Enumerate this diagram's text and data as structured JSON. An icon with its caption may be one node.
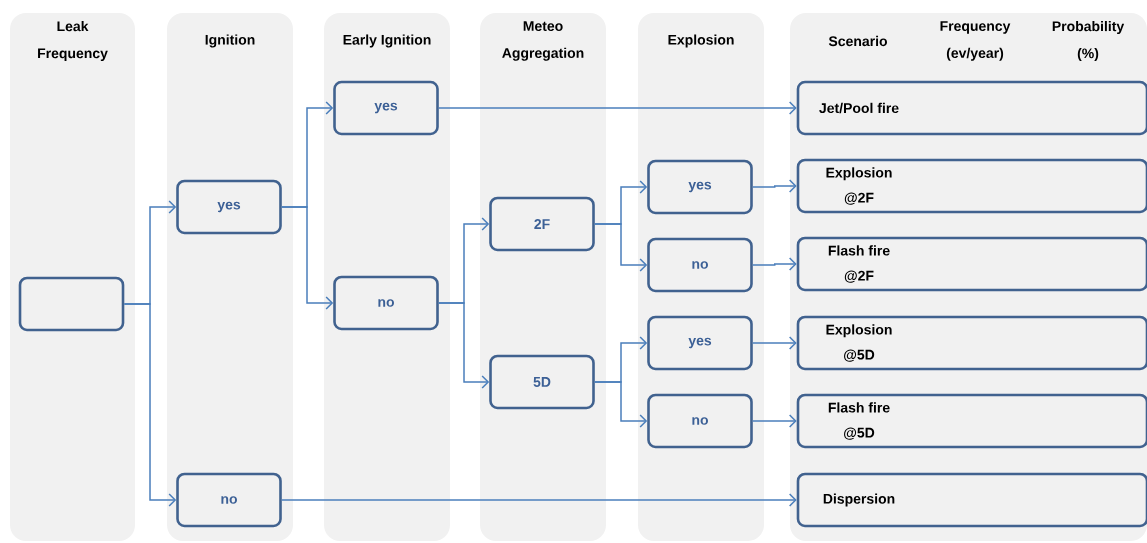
{
  "diagram": {
    "nodes": [
      {
        "text": [
          "Leak Frequency"
        ]
      },
      {
        "text": [
          "Ignition"
        ]
      },
      {
        "text": [
          "Early Ignition"
        ]
      },
      {
        "text": [
          "Meteo Aggregation"
        ]
      },
      {
        "text": [
          "Explosion"
        ]
      },
      {
        "text": [
          "Scenario",
          "Frequency (ev/year)",
          "Probability (%)"
        ]
      },
      {
        "text": [],
        "shape": "box",
        "in": 0
      },
      {
        "text": [
          "yes"
        ],
        "in": 1
      },
      {
        "text": [
          "no"
        ],
        "in": 1
      },
      {
        "text": [
          "yes"
        ],
        "in": 2
      },
      {
        "text": [
          "no"
        ],
        "in": 2
      },
      {
        "text": [
          "2F"
        ],
        "in": 3
      },
      {
        "text": [
          "5D"
        ],
        "in": 3
      },
      {
        "text": [
          "yes"
        ],
        "in": 4
      },
      {
        "text": [
          "no"
        ],
        "in": 4
      },
      {
        "text": [
          "yes"
        ],
        "in": 4
      },
      {
        "text": [
          "no"
        ],
        "in": 4
      },
      {
        "text": [
          "Jet/Pool fire"
        ],
        "in": 5
      },
      {
        "text": [
          "Explosion @2F"
        ],
        "in": 5
      },
      {
        "text": [
          "Flash fire @2F"
        ],
        "in": 5
      },
      {
        "text": [
          "Explosion @5D"
        ],
        "in": 5
      },
      {
        "text": [
          "Flash fire @5D"
        ],
        "in": 5
      },
      {
        "text": [
          "Dispersion"
        ],
        "in": 5
      }
    ],
    "edges": [
      {
        "from": 6,
        "to": 7,
        "arrow": "to"
      },
      {
        "from": 6,
        "to": 8,
        "arrow": "to"
      },
      {
        "from": 7,
        "to": 9,
        "arrow": "to"
      },
      {
        "from": 7,
        "to": 10,
        "arrow": "to"
      },
      {
        "from": 9,
        "to": 17,
        "arrow": "to"
      },
      {
        "from": 8,
        "to": 22,
        "arrow": "to"
      },
      {
        "from": 10,
        "to": 11,
        "arrow": "to"
      },
      {
        "from": 10,
        "to": 12,
        "arrow": "to"
      },
      {
        "from": 11,
        "to": 13,
        "arrow": "to"
      },
      {
        "from": 11,
        "to": 14,
        "arrow": "to"
      },
      {
        "from": 12,
        "to": 15,
        "arrow": "to"
      },
      {
        "from": 12,
        "to": 16,
        "arrow": "to"
      },
      {
        "from": 13,
        "to": 18,
        "arrow": "to"
      },
      {
        "from": 14,
        "to": 19,
        "arrow": "to"
      },
      {
        "from": 15,
        "to": 20,
        "arrow": "to"
      },
      {
        "from": 16,
        "to": 21,
        "arrow": "to"
      }
    ]
  }
}
